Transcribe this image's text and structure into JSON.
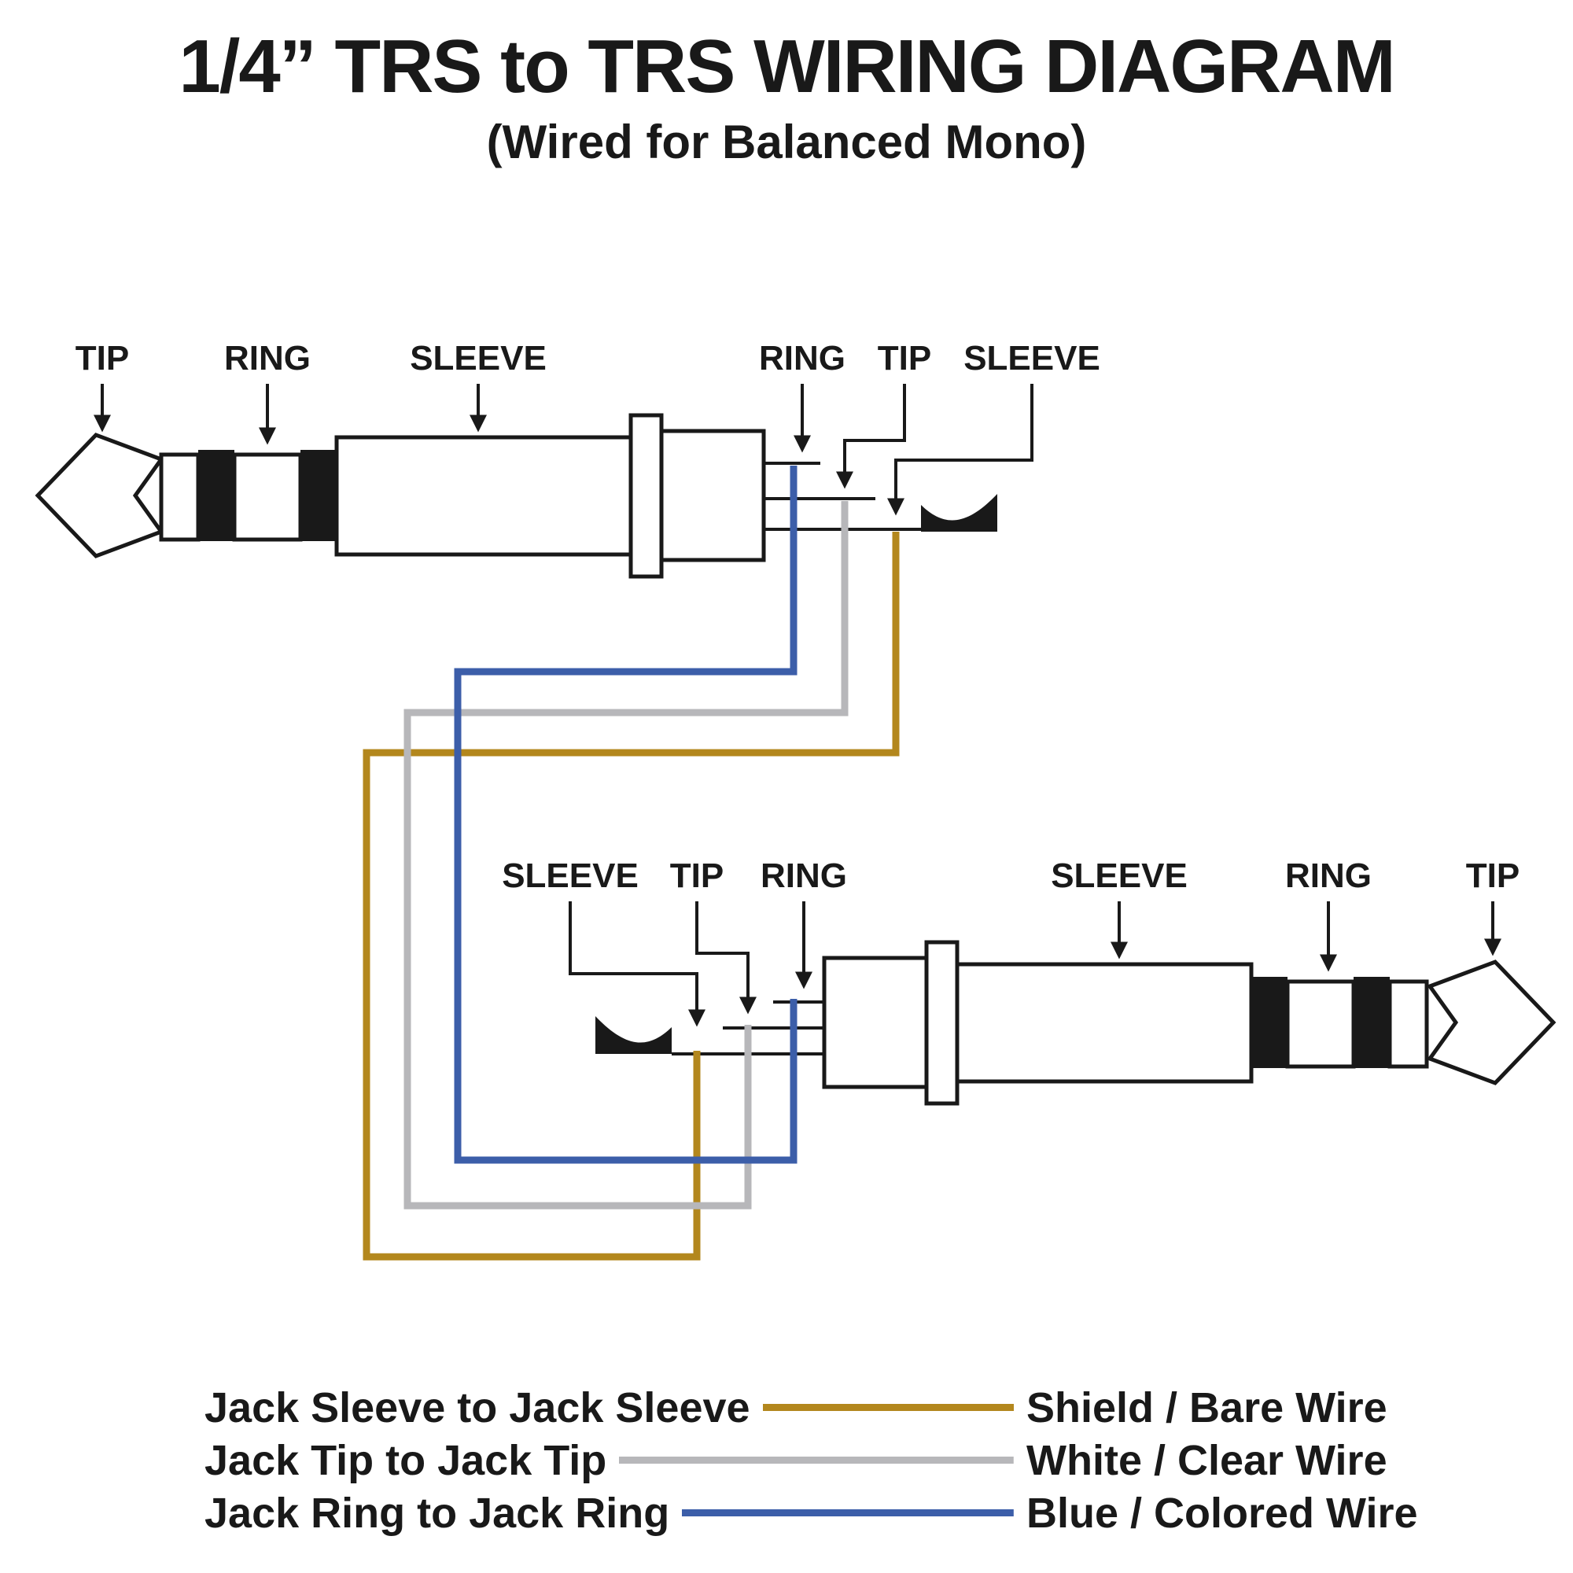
{
  "title": "1/4” TRS to TRS WIRING DIAGRAM",
  "subtitle": "(Wired for Balanced Mono)",
  "colors": {
    "ink": "#191919",
    "shield_wire": "#b3871d",
    "white_wire": "#b7b7ba",
    "blue_wire": "#3c5ea9"
  },
  "top_connector": {
    "front_labels": [
      "TIP",
      "RING",
      "SLEEVE"
    ],
    "terminal_labels": [
      "RING",
      "TIP",
      "SLEEVE"
    ]
  },
  "bottom_connector": {
    "terminal_labels": [
      "SLEEVE",
      "TIP",
      "RING"
    ],
    "front_labels": [
      "SLEEVE",
      "RING",
      "TIP"
    ]
  },
  "legend": {
    "rows": [
      {
        "connection": "Jack Sleeve to Jack Sleeve",
        "wire": "Shield / Bare Wire"
      },
      {
        "connection": "Jack Tip to Jack Tip",
        "wire": "White / Clear Wire"
      },
      {
        "connection": "Jack Ring to Jack Ring",
        "wire": "Blue / Colored Wire"
      }
    ]
  }
}
